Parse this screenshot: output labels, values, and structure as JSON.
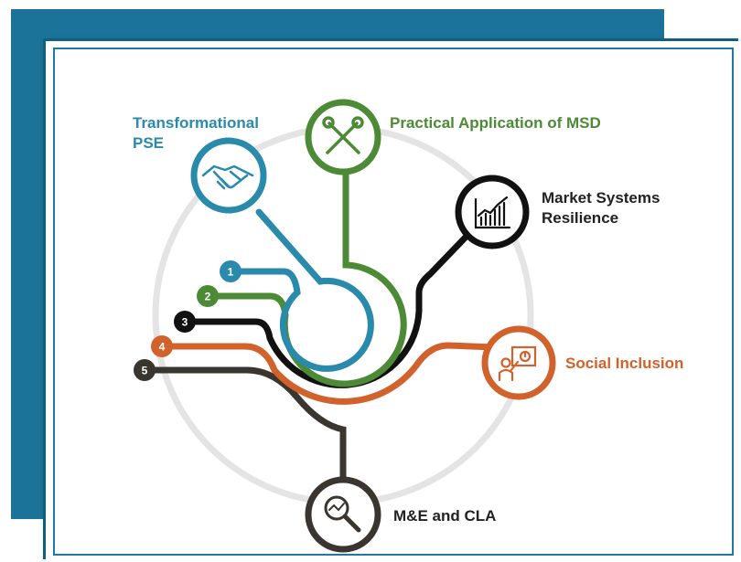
{
  "colors": {
    "teal": "#1b7399",
    "blue": "#2a8aab",
    "green": "#4c8a35",
    "black": "#111111",
    "orange": "#d2622c",
    "brown": "#3b3530",
    "ring": "#e4e4e4"
  },
  "nodes": [
    {
      "label": "Transformational\nPSE",
      "icon": "handshake-icon",
      "number": "1"
    },
    {
      "label": "Practical Application of MSD",
      "icon": "tools-icon",
      "number": "2"
    },
    {
      "label": "Market Systems\nResilience",
      "icon": "chart-icon",
      "number": "3"
    },
    {
      "label": "Social Inclusion",
      "icon": "presenter-icon",
      "number": "4"
    },
    {
      "label": "M&E and CLA",
      "icon": "magnifier-icon",
      "number": "5"
    }
  ]
}
